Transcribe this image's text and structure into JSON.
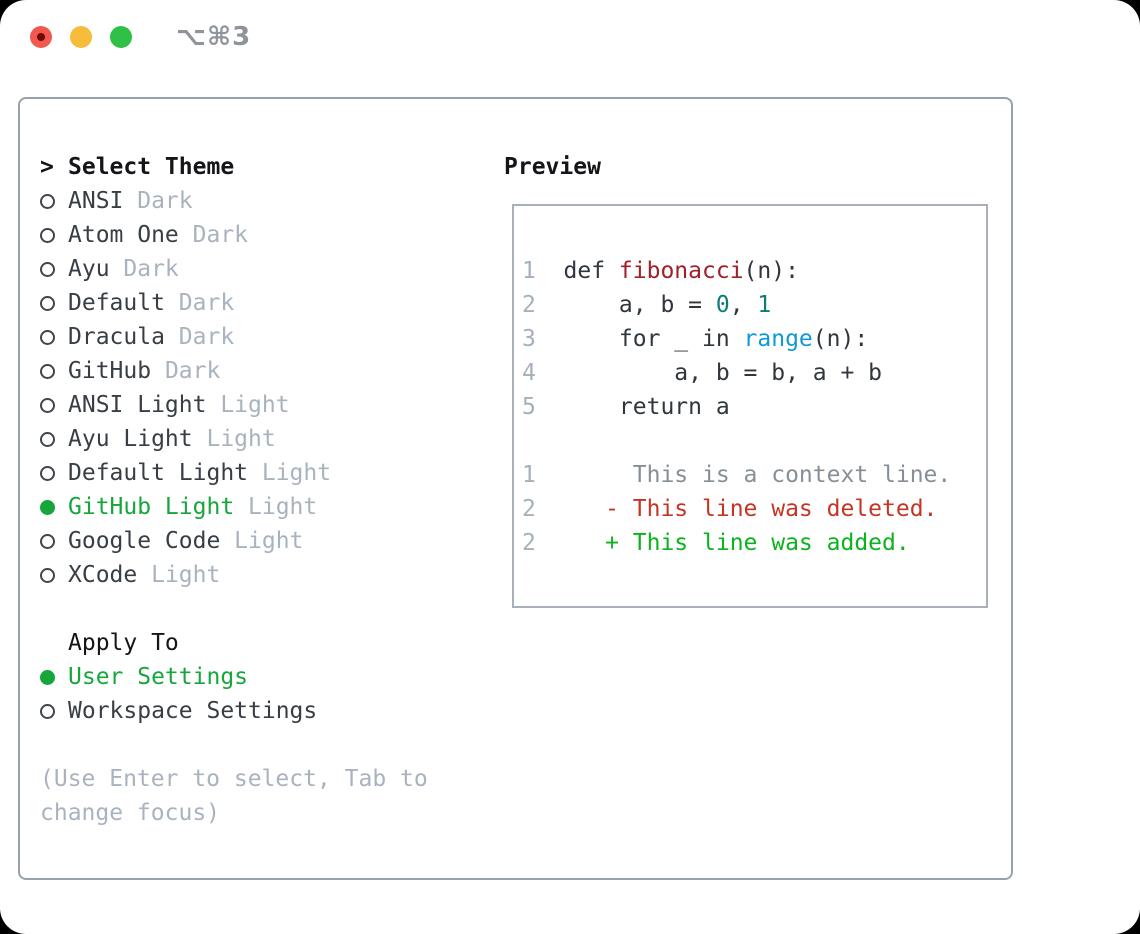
{
  "window": {
    "title": "⌥⌘3",
    "traffic_lights": [
      "close",
      "minimize",
      "zoom"
    ]
  },
  "theme_list": {
    "heading_prefix": ">",
    "heading": "Select Theme",
    "items": [
      {
        "name": "ANSI",
        "variant": "Dark",
        "selected": false
      },
      {
        "name": "Atom One",
        "variant": "Dark",
        "selected": false
      },
      {
        "name": "Ayu",
        "variant": "Dark",
        "selected": false
      },
      {
        "name": "Default",
        "variant": "Dark",
        "selected": false
      },
      {
        "name": "Dracula",
        "variant": "Dark",
        "selected": false
      },
      {
        "name": "GitHub",
        "variant": "Dark",
        "selected": false
      },
      {
        "name": "ANSI Light",
        "variant": "Light",
        "selected": false
      },
      {
        "name": "Ayu Light",
        "variant": "Light",
        "selected": false
      },
      {
        "name": "Default Light",
        "variant": "Light",
        "selected": false
      },
      {
        "name": "GitHub Light",
        "variant": "Light",
        "selected": true
      },
      {
        "name": "Google Code",
        "variant": "Light",
        "selected": false
      },
      {
        "name": "XCode",
        "variant": "Light",
        "selected": false
      }
    ]
  },
  "apply_to": {
    "heading": "Apply To",
    "options": [
      {
        "label": "User Settings",
        "selected": true
      },
      {
        "label": "Workspace Settings",
        "selected": false
      }
    ]
  },
  "hint": "(Use Enter to select, Tab to change focus)",
  "preview": {
    "heading": "Preview",
    "code_lines": [
      {
        "num": "1",
        "kind": "code",
        "tokens": [
          {
            "c": "fg",
            "t": "def "
          },
          {
            "c": "func",
            "t": "fibonacci"
          },
          {
            "c": "fg",
            "t": "(n):"
          }
        ]
      },
      {
        "num": "2",
        "kind": "code",
        "tokens": [
          {
            "c": "fg",
            "t": "    a, b = "
          },
          {
            "c": "num",
            "t": "0"
          },
          {
            "c": "fg",
            "t": ", "
          },
          {
            "c": "num",
            "t": "1"
          }
        ]
      },
      {
        "num": "3",
        "kind": "code",
        "tokens": [
          {
            "c": "fg",
            "t": "    for _ in "
          },
          {
            "c": "builtin",
            "t": "range"
          },
          {
            "c": "fg",
            "t": "(n):"
          }
        ]
      },
      {
        "num": "4",
        "kind": "code",
        "tokens": [
          {
            "c": "fg",
            "t": "        a, b = b, a + b"
          }
        ]
      },
      {
        "num": "5",
        "kind": "code",
        "tokens": [
          {
            "c": "fg",
            "t": "    return a"
          }
        ]
      },
      {
        "num": "",
        "kind": "blank",
        "tokens": []
      },
      {
        "num": "1",
        "kind": "diff-context",
        "tokens": [
          {
            "c": "ctx",
            "t": "     This is a context line."
          }
        ]
      },
      {
        "num": "2",
        "kind": "diff-deleted",
        "tokens": [
          {
            "c": "del",
            "t": "   - This line was deleted."
          }
        ]
      },
      {
        "num": "2",
        "kind": "diff-added",
        "tokens": [
          {
            "c": "add",
            "t": "   + This line was added."
          }
        ]
      }
    ]
  },
  "colors": {
    "accent_green": "#16a63c",
    "added_green": "#0cb31e",
    "deleted_red": "#c43524",
    "function_red": "#a02128",
    "number_teal": "#0d7d74",
    "builtin_blue": "#1099d5",
    "context_gray": "#868f98",
    "line_number_gray": "#a6b0bd",
    "muted_gray": "#a9b3bf",
    "text_dark": "#383e45",
    "heading_black": "#131519",
    "panel_border": "#98a2ad",
    "preview_border": "#a9b0bb",
    "traffic_red": "#f2594e",
    "traffic_yellow": "#f5bd3a",
    "traffic_green": "#30bf47",
    "titlebar_gray": "#8f949b"
  }
}
